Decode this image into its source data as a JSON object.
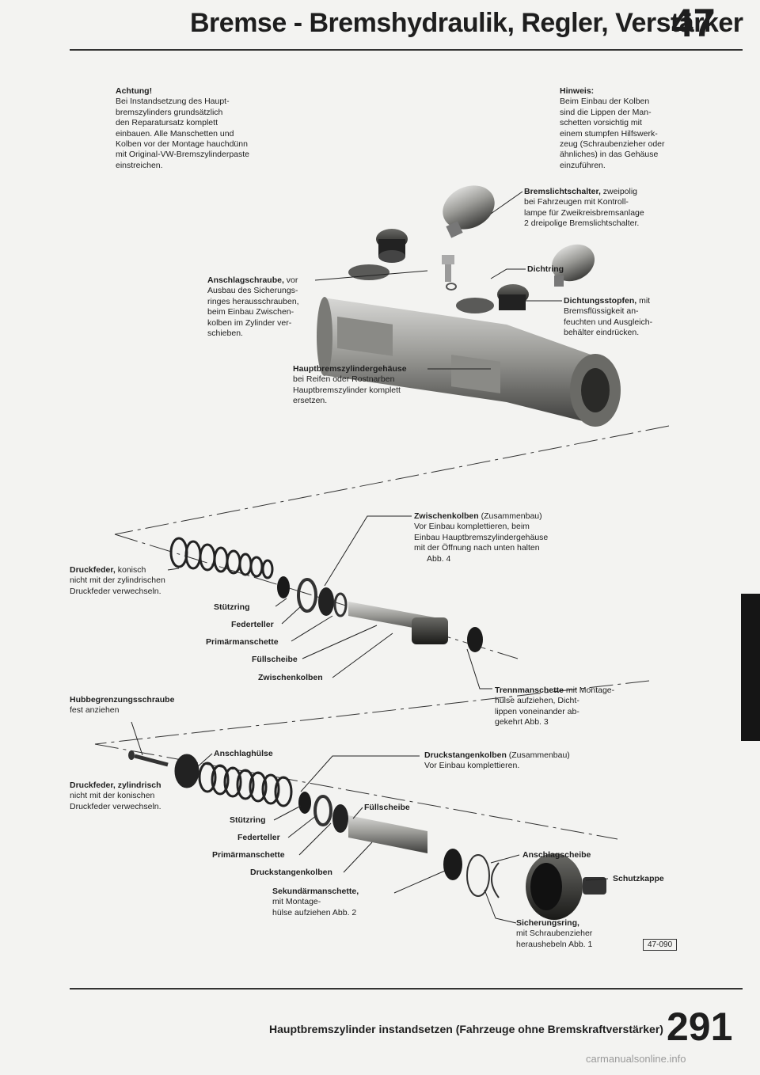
{
  "header": {
    "title": "Bremse - Bremshydraulik, Regler, Verstärker",
    "chapter": "47"
  },
  "notes": {
    "achtung_title": "Achtung!",
    "achtung_lines": [
      "Bei Instandsetzung des Haupt-",
      "bremszylinders grundsätzlich",
      "den Reparatursatz komplett",
      "einbauen. Alle Manschetten und",
      "Kolben vor der Montage hauchdünn",
      "mit Original-VW-Bremszylinderpaste",
      "einstreichen."
    ],
    "hinweis_title": "Hinweis:",
    "hinweis_lines": [
      "Beim Einbau der Kolben",
      "sind die Lippen der Man-",
      "schetten vorsichtig mit",
      "einem stumpfen Hilfswerk-",
      "zeug (Schraubenzieher oder",
      "ähnliches) in das Gehäuse",
      "einzuführen."
    ]
  },
  "labels": {
    "bremslicht_title": "Bremslichtschalter,",
    "bremslicht_rest": " zweipolig",
    "bremslicht_lines": [
      "bei Fahrzeugen mit Kontroll-",
      "lampe für Zweikreisbremsanlage",
      "2 dreipolige Bremslichtschalter."
    ],
    "dichtring": "Dichtring",
    "anschlag_title": "Anschlagschraube,",
    "anschlag_rest": " vor",
    "anschlag_lines": [
      "Ausbau des Sicherungs-",
      "ringes herausschrauben,",
      "beim Einbau Zwischen-",
      "kolben im Zylinder ver-",
      "schieben."
    ],
    "dichtungsstopfen_title": "Dichtungsstopfen,",
    "dichtungsstopfen_rest": " mit",
    "dichtungsstopfen_lines": [
      "Bremsflüssigkeit an-",
      "feuchten und Ausgleich-",
      "behälter eindrücken."
    ],
    "gehaeuse_title": "Hauptbremszylindergehäuse",
    "gehaeuse_lines": [
      "bei Reifen oder Rostnarben",
      "Hauptbremszylinder komplett",
      "ersetzen."
    ],
    "zwischenkolben_title": "Zwischenkolben",
    "zwischenkolben_rest": " (Zusammenbau)",
    "zwischenkolben_lines": [
      "Vor Einbau komplettieren, beim",
      "Einbau Hauptbremszylindergehäuse",
      "mit der Öffnung nach unten halten",
      "Abb. 4"
    ],
    "druckfeder_konisch_title": "Druckfeder,",
    "druckfeder_konisch_rest": " konisch",
    "druckfeder_konisch_lines": [
      "nicht mit der zylindrischen",
      "Druckfeder verwechseln."
    ],
    "stuetzring1": "Stützring",
    "federteller1": "Federteller",
    "primaer1": "Primärmanschette",
    "fuellscheibe1": "Füllscheibe",
    "zwischenkolben2": "Zwischenkolben",
    "trennmanschette_title": "Trennmanschette",
    "trennmanschette_rest": " mit Montage-",
    "trennmanschette_lines": [
      "hülse aufziehen, Dicht-",
      "lippen voneinander ab-",
      "gekehrt   Abb. 3"
    ],
    "hubbegrenzung_title": "Hubbegrenzungsschraube",
    "hubbegrenzung_lines": [
      "fest anziehen"
    ],
    "anschlaghuelse": "Anschlaghülse",
    "druckstangenkolben_title": "Druckstangenkolben",
    "druckstangenkolben_rest": " (Zusammenbau)",
    "druckstangenkolben_lines": [
      "Vor Einbau komplettieren."
    ],
    "druckfeder_zyl_title": "Druckfeder, zylindrisch",
    "druckfeder_zyl_lines": [
      "nicht mit der konischen",
      "Druckfeder verwechseln."
    ],
    "fuellscheibe2": "Füllscheibe",
    "stuetzring2": "Stützring",
    "federteller2": "Federteller",
    "primaer2": "Primärmanschette",
    "druckstangenkolben2": "Druckstangenkolben",
    "anschlagscheibe": "Anschlagscheibe",
    "schutzkappe": "Schutzkappe",
    "sekundaer_title": "Sekundärmanschette,",
    "sekundaer_lines": [
      "mit Montage-",
      "hülse aufziehen   Abb. 2"
    ],
    "sicherungsring_title": "Sicherungsring,",
    "sicherungsring_lines": [
      "mit Schraubenzieher",
      "heraushebeln   Abb. 1"
    ],
    "figure_ref": "47-090"
  },
  "footer": {
    "title": "Hauptbremszylinder instandsetzen (Fahrzeuge ohne Bremskraftverstärker)",
    "page": "291"
  },
  "watermark": "carmanualsonline.info"
}
